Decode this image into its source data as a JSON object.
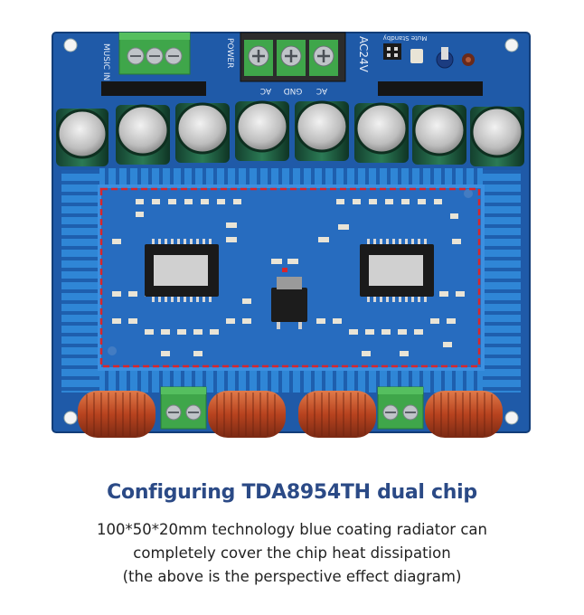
{
  "caption": {
    "title": "Configuring TDA8954TH dual chip",
    "line1": "100*50*20mm technology blue coating radiator can",
    "line2": "completely cover the chip heat dissipation",
    "line3": "(the above is the perspective effect diagram)"
  },
  "board_silkscreen": {
    "music_in": "MUSIC IN",
    "power": "POWER",
    "ac24v": "AC24V",
    "terminal_ac_left": "AC",
    "terminal_gnd": "GND",
    "terminal_ac_right": "AC",
    "mute_standby": "Mute Standby"
  },
  "colors": {
    "pcb_blue": "#1f5aa8",
    "heatsink_blue": "#2f86d6",
    "terminal_green": "#3fa64a",
    "highlight_dash": "#d8262b",
    "title_blue": "#2b4a86"
  }
}
